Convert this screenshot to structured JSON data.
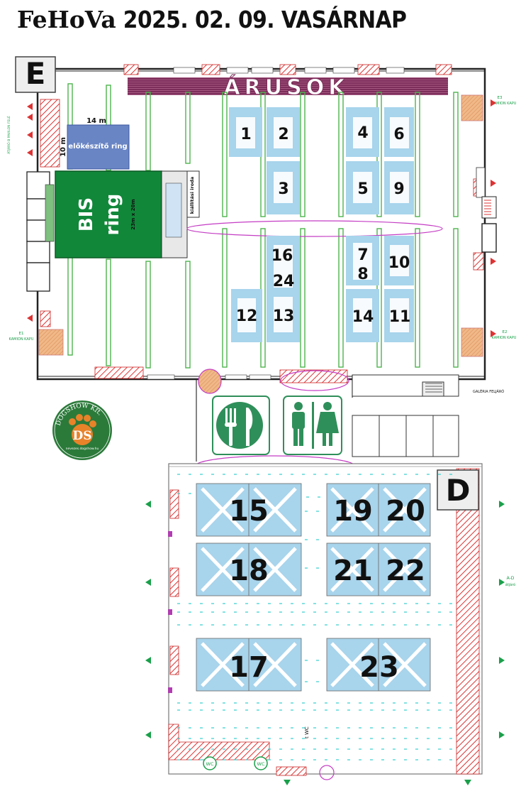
{
  "header": {
    "brand": "FeHoVa",
    "date": "2025. 02. 09. VASÁRNAP"
  },
  "halls": {
    "e": "E",
    "d": "D"
  },
  "labels": {
    "vendors": "ÁRUSOK",
    "prep_ring": "előkészítő ring",
    "prep_ring_w": "14 m",
    "prep_ring_h": "10 m",
    "bis_line1": "BIS",
    "bis_line2": "ring",
    "bis_size": "23m x 20m",
    "exhibition_office": "kiállítási iroda",
    "e3": "E3",
    "e3_sub": "KAMION KAPU",
    "e2": "E2",
    "e2_sub": "KAMION KAPU",
    "e1": "E1",
    "e1_sub": "KAMION KAPU",
    "gallery": "GALÉRIA FELJÁRÓ",
    "ad": "A-D",
    "ad_sub": "átjáró",
    "wc_text": "t WC",
    "wc_badge": "WC",
    "passage_b": "ÁTJÁRÓ B PAVILON FELÉ"
  },
  "rings_e": [
    "1",
    "2",
    "3",
    "4",
    "5",
    "6",
    "7",
    "8",
    "9",
    "10",
    "11",
    "12",
    "13",
    "14",
    "16",
    "24"
  ],
  "rings_d": [
    "15",
    "17",
    "18",
    "19",
    "20",
    "21",
    "22",
    "23"
  ],
  "logo": {
    "top": "DOGSHOW Kft.",
    "bottom": "nevezes.dogshow.hu",
    "center": "DS"
  },
  "colors": {
    "ring_fill": "#a8d4ec",
    "green": "#1a8a3e",
    "bis_green": "#11873a",
    "vendors_band": "#7d2d5a",
    "hatch_red": "#d33",
    "prep_blue": "#6a85c4"
  },
  "icons": [
    "restaurant-icon",
    "restroom-icon",
    "paw-logo-icon"
  ]
}
